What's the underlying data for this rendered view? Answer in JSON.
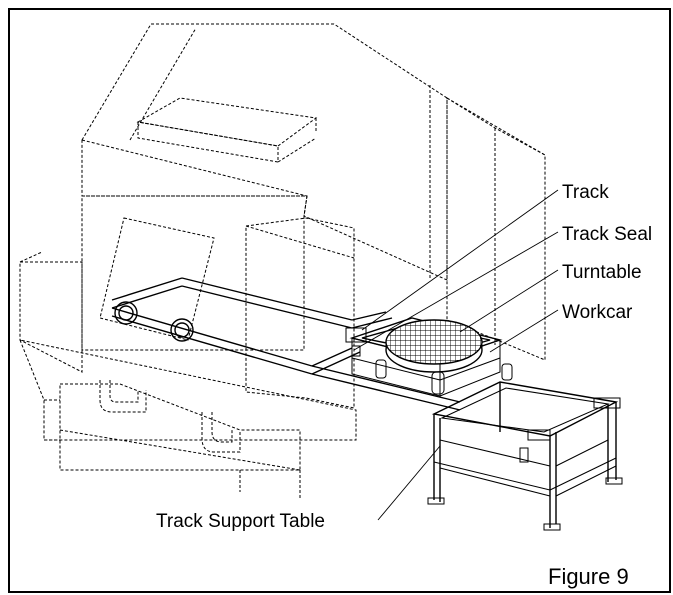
{
  "labels": {
    "track": "Track",
    "track_seal": "Track Seal",
    "turntable": "Turntable",
    "workcar": "Workcar",
    "track_support_table": "Track Support Table"
  },
  "figure_caption": "Figure 9",
  "icons": [
    "cabinet-drawing",
    "track-drawing",
    "turntable-drawing",
    "workcar-drawing",
    "support-table-drawing"
  ]
}
